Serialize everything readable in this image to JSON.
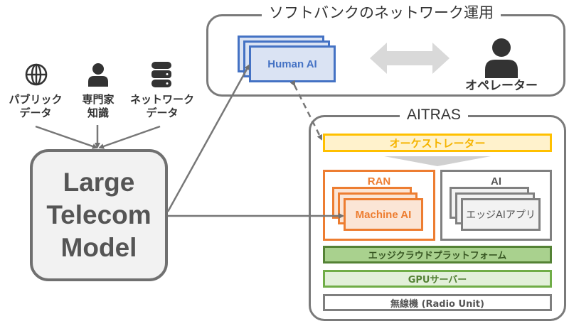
{
  "operations_group": {
    "title": "ソフトバンクのネットワーク運用",
    "human_ai": "Human AI",
    "operator": "オペレーター"
  },
  "sources": [
    {
      "icon": "globe-icon",
      "line1": "パブリック",
      "line2": "データ"
    },
    {
      "icon": "person-icon",
      "line1": "専門家",
      "line2": "知識"
    },
    {
      "icon": "database-icon",
      "line1": "ネットワーク",
      "line2": "データ"
    }
  ],
  "ltm": {
    "line1": "Large",
    "line2": "Telecom",
    "line3": "Model"
  },
  "aitras": {
    "title": "AITRAS",
    "orchestrator": "オーケストレーター",
    "ran": {
      "title": "RAN",
      "card": "Machine AI"
    },
    "ai": {
      "title": "AI",
      "card": "エッジAIアプリ"
    },
    "edge_cloud": "エッジクラウドプラットフォーム",
    "gpu_server": "GPUサーバー",
    "radio_unit": "無線機 (Radio Unit)"
  },
  "colors": {
    "human_ai": "#4472c4",
    "orchestrator": "#ffc000",
    "ran": "#ed7d31",
    "edge_cloud": "#548235",
    "gpu": "#70ad47",
    "frame": "#7a7a7a"
  }
}
